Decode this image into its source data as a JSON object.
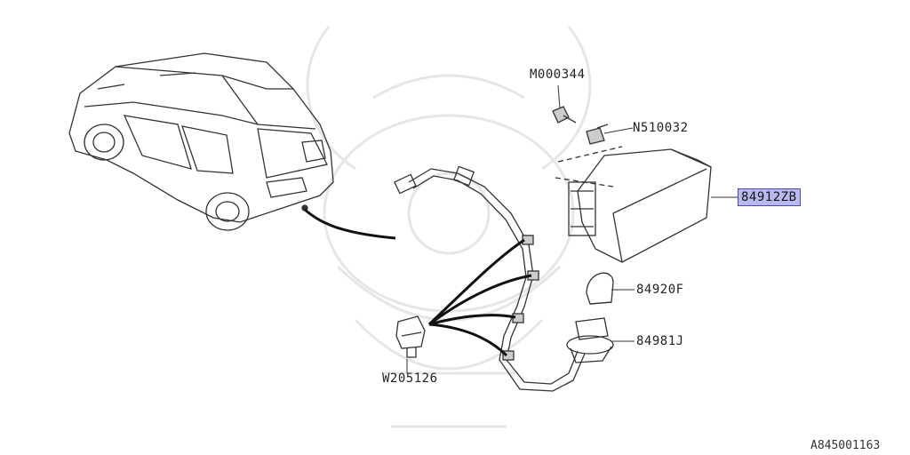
{
  "parts": {
    "screw": "M000344",
    "clip_nut": "N510032",
    "lamp_assy": "84912ZB",
    "bulb": "84920F",
    "socket": "84981J",
    "harness_clip": "W205126"
  },
  "figure_ref": "A845001163",
  "colors": {
    "highlight_fill": "#b9b9f0",
    "highlight_border": "#4a4aa8",
    "line": "#333333",
    "watermark": "#e6e6e6"
  }
}
